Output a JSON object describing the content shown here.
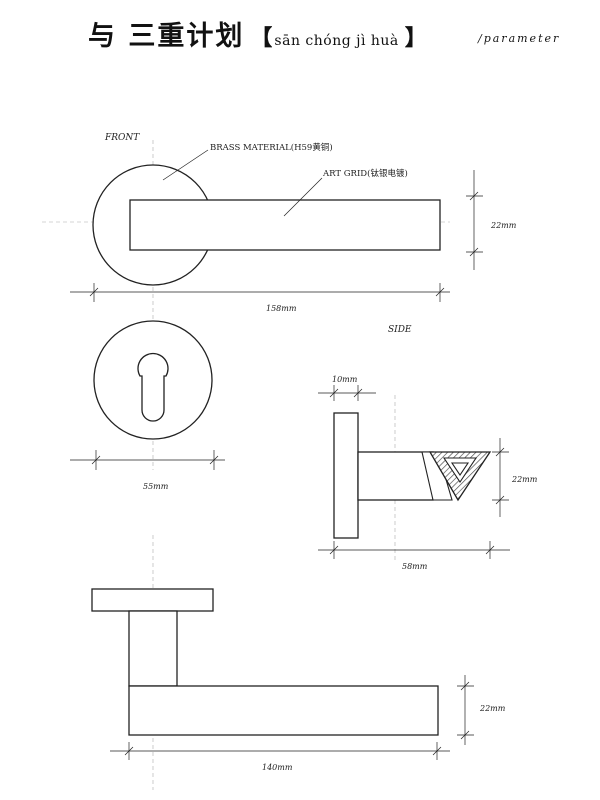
{
  "header": {
    "title_cn": "与 三重计划",
    "bracket_open": "【",
    "pinyin": "sān chóng jì huà",
    "bracket_close": "】",
    "parameter": "/parameter"
  },
  "front": {
    "label": "FRONT",
    "callout_material": "BRASS MATERIAL(H59黄铜)",
    "callout_grid": "ART GRID(钛银电镀)",
    "dim_width": "158mm",
    "dim_height": "22mm"
  },
  "rosette": {
    "dim_diameter": "55mm"
  },
  "side": {
    "label": "SIDE",
    "dim_plate": "10mm",
    "dim_height": "22mm",
    "dim_depth": "58mm"
  },
  "top_view": {
    "dim_width": "140mm",
    "dim_height": "22mm"
  }
}
